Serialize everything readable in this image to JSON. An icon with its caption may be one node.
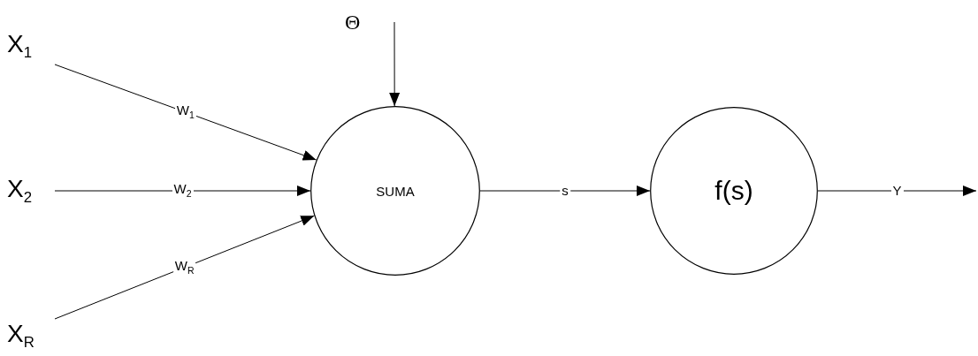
{
  "diagram": {
    "nodes": [
      {
        "text": [
          "X$_{1}$"
        ]
      },
      {
        "text": [
          "X$_{2}$"
        ]
      },
      {
        "text": [
          "X$_{R}$"
        ]
      },
      {
        "text": [
          "Θ"
        ]
      },
      {
        "text": [
          "SUMA"
        ]
      },
      {
        "text": [
          "f(s)"
        ]
      }
    ],
    "edges": [
      {
        "from": 0,
        "to": 4,
        "arrow": "to",
        "label": "W$_{1}$"
      },
      {
        "from": 1,
        "to": 4,
        "arrow": "to",
        "label": "W$_{2}$"
      },
      {
        "from": 2,
        "to": 4,
        "arrow": "to",
        "label": "W$_{R}$"
      },
      {
        "from": 3,
        "to": 4,
        "arrow": "to"
      },
      {
        "from": 4,
        "to": 5,
        "arrow": "to",
        "label": "s"
      },
      {
        "from": 5,
        "to": null,
        "arrow": "to",
        "label": "Y"
      }
    ]
  }
}
